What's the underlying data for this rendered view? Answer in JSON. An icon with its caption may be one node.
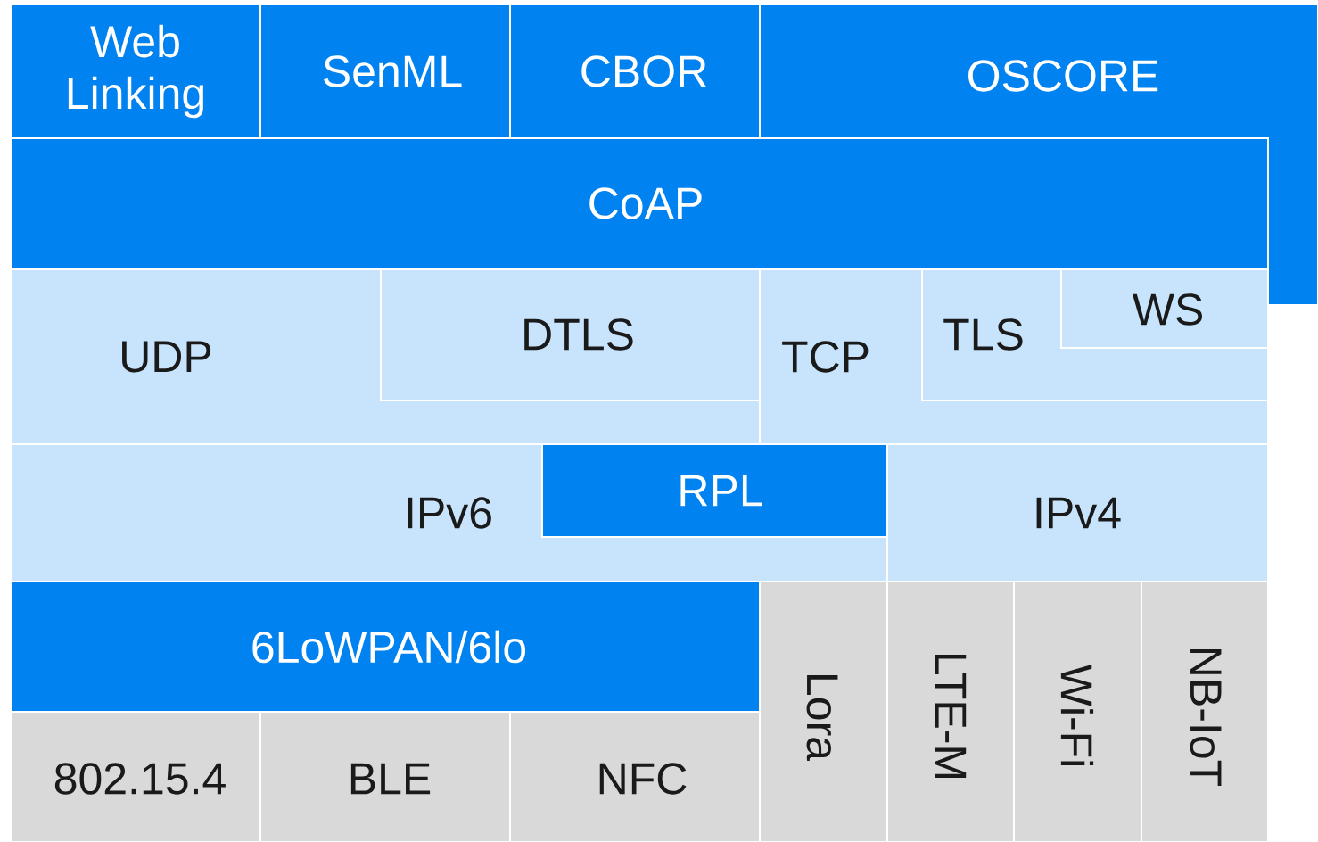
{
  "diagram": {
    "nodes": [
      {
        "text": [
          "Web Linking"
        ]
      },
      {
        "text": [
          "SenML"
        ]
      },
      {
        "text": [
          "CBOR"
        ]
      },
      {
        "text": [
          "OSCORE"
        ]
      },
      {
        "text": [
          "CoAP"
        ]
      },
      {
        "text": [
          "UDP"
        ]
      },
      {
        "text": [
          "DTLS"
        ],
        "in": 5
      },
      {
        "text": [
          "TCP"
        ]
      },
      {
        "text": [
          "TLS"
        ],
        "in": 7
      },
      {
        "text": [
          "WS"
        ],
        "in": 8
      },
      {
        "text": [
          "IPv6"
        ]
      },
      {
        "text": [
          "RPL"
        ],
        "in": 10
      },
      {
        "text": [
          "IPv4"
        ]
      },
      {
        "text": [
          "6LoWPAN/6lo"
        ]
      },
      {
        "text": [
          "802.15.4"
        ]
      },
      {
        "text": [
          "BLE"
        ]
      },
      {
        "text": [
          "NFC"
        ]
      },
      {
        "text": [
          "Lora"
        ]
      },
      {
        "text": [
          "LTE-M"
        ]
      },
      {
        "text": [
          "Wi-Fi"
        ]
      },
      {
        "text": [
          "NB-IoT"
        ]
      }
    ]
  }
}
